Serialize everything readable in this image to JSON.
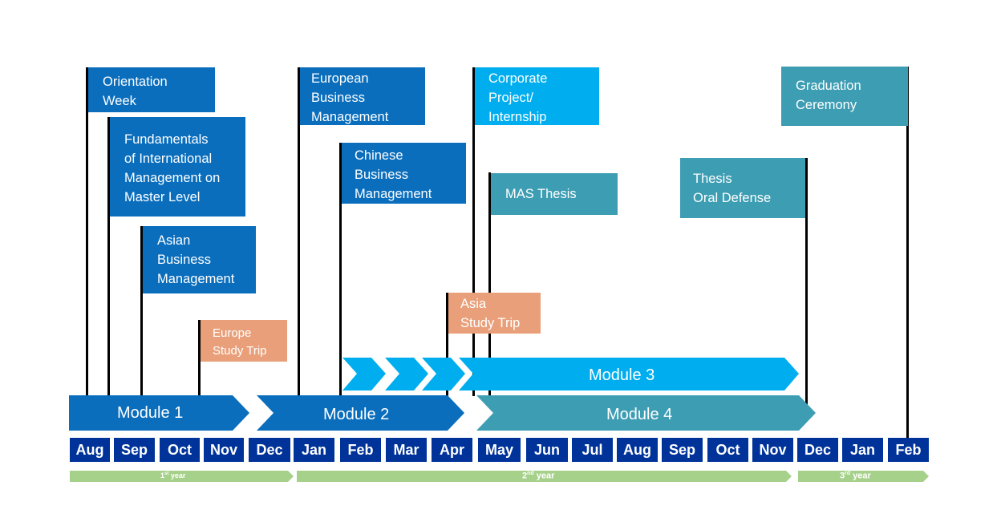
{
  "colors": {
    "blue": "#0a6ebd",
    "sky": "#00aeef",
    "teal": "#3d9db3",
    "salmon": "#e9a07a",
    "month_bg": "#003399",
    "year_bar": "#a6d18a",
    "pole": "#000000"
  },
  "flags": [
    {
      "id": "orientation-week",
      "label": "Orientation\nWeek",
      "color": "blue",
      "month_index": 0
    },
    {
      "id": "fundamentals",
      "label": "Fundamentals\nof International\nManagement on\nMaster Level",
      "color": "blue",
      "month_index": 0
    },
    {
      "id": "asian-business-management",
      "label": "Asian\nBusiness\nManagement",
      "color": "blue",
      "month_index": 1
    },
    {
      "id": "europe-study-trip",
      "label": "Europe\nStudy Trip",
      "color": "salmon",
      "month_index": 3
    },
    {
      "id": "european-business-management",
      "label": "European\nBusiness\nManagement",
      "color": "blue",
      "month_index": 5
    },
    {
      "id": "chinese-business-management",
      "label": "Chinese\nBusiness\nManagement",
      "color": "blue",
      "month_index": 6
    },
    {
      "id": "asia-study-trip",
      "label": "Asia\nStudy Trip",
      "color": "salmon",
      "month_index": 8
    },
    {
      "id": "corporate-project",
      "label": "Corporate\nProject/\nInternship",
      "color": "sky",
      "month_index": 9
    },
    {
      "id": "mas-thesis",
      "label": "MAS Thesis",
      "color": "teal",
      "month_index": 9
    },
    {
      "id": "thesis-oral-defense",
      "label": "Thesis\nOral Defense",
      "color": "teal",
      "month_index": 15
    },
    {
      "id": "graduation-ceremony",
      "label": "Graduation\nCeremony",
      "color": "teal",
      "month_index": 18
    }
  ],
  "modules": [
    {
      "id": "module-1",
      "label": "Module 1",
      "color": "blue",
      "start": "Aug",
      "end": "Nov"
    },
    {
      "id": "module-2",
      "label": "Module 2",
      "color": "blue",
      "start": "Dec",
      "end": "Apr"
    },
    {
      "id": "module-3",
      "label": "Module 3",
      "color": "sky",
      "start": "Feb",
      "end": "Nov"
    },
    {
      "id": "module-4",
      "label": "Module 4",
      "color": "teal",
      "start": "May",
      "end": "Nov"
    }
  ],
  "months": [
    "Aug",
    "Sep",
    "Oct",
    "Nov",
    "Dec",
    "Jan",
    "Feb",
    "Mar",
    "Apr",
    "May",
    "Jun",
    "Jul",
    "Aug",
    "Sep",
    "Oct",
    "Nov",
    "Dec",
    "Jan",
    "Feb"
  ],
  "years": [
    {
      "label": "1st year",
      "ordinal": "1",
      "suffix": "st",
      "word": "year"
    },
    {
      "label": "2nd year",
      "ordinal": "2",
      "suffix": "nd",
      "word": "year"
    },
    {
      "label": "3rd year",
      "ordinal": "3",
      "suffix": "rd",
      "word": "year"
    }
  ]
}
